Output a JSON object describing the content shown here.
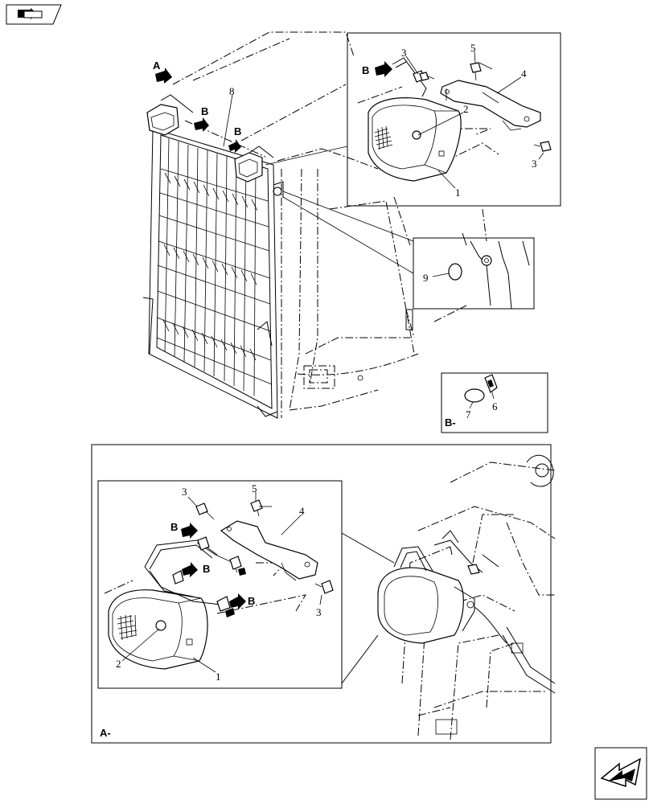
{
  "callouts": {
    "n1_top": "1",
    "n2_top": "2",
    "n3_top_a": "3",
    "n3_top_b": "3",
    "n4_top": "4",
    "n5_top": "5",
    "n8": "8",
    "n9": "9",
    "n6": "6",
    "n7": "7",
    "n1_bot": "1",
    "n2_bot": "2",
    "n3_bot_a": "3",
    "n3_bot_b": "3",
    "n4_bot": "4",
    "n5_bot": "5"
  },
  "view_letters": {
    "a_main": "A",
    "b_main_1": "B",
    "b_main_2": "B",
    "b_inset_top": "B",
    "b_bot_1": "B",
    "b_bot_2": "B",
    "b_bot_3": "B"
  },
  "view_captions": {
    "detail_b": "B-",
    "detail_a": "A-"
  },
  "icons": {
    "top_left": "book-tab-icon",
    "bottom_right": "next-page-arrow-icon"
  }
}
